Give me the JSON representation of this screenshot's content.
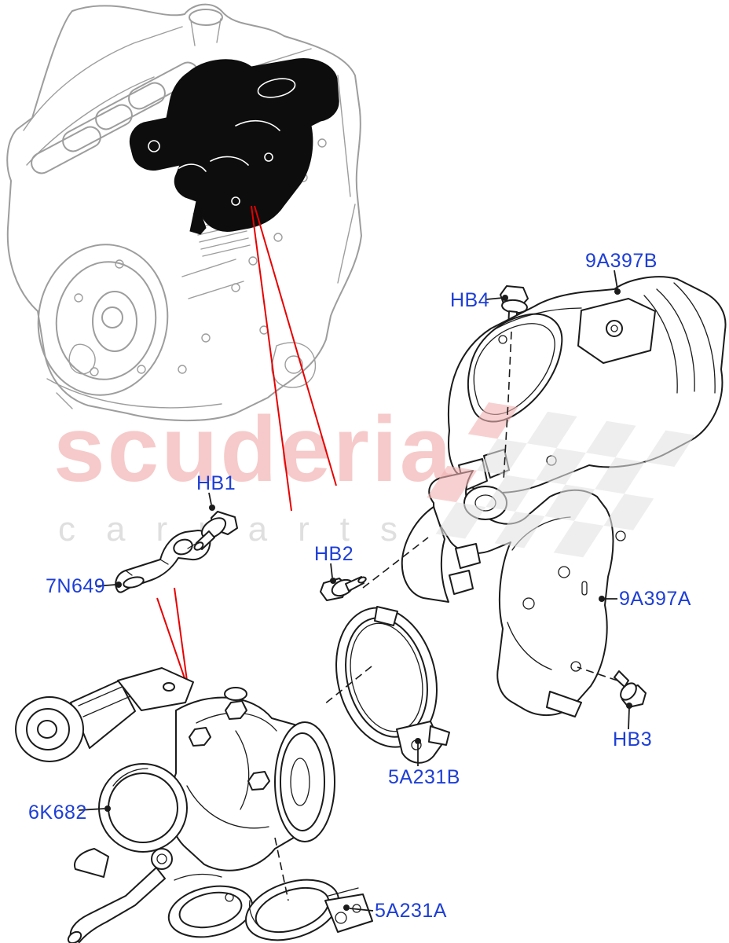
{
  "diagram": {
    "type": "exploded-parts-diagram",
    "subject": "Turbocharger and heat shields on engine",
    "watermark": {
      "brand": "scuderia",
      "subbrand": "carparts"
    },
    "labels": {
      "shield_upper": "9A397B",
      "bolt_hb4": "HB4",
      "bolt_hb1": "HB1",
      "bracket": "7N649",
      "bolt_hb2": "HB2",
      "shield_lower": "9A397A",
      "bolt_hb3": "HB3",
      "clamp_upper": "5A231B",
      "turbocharger": "6K682",
      "clamp_lower": "5A231A"
    },
    "colors": {
      "label_blue": "#1d3ed6",
      "callout_red": "#e80000",
      "watermark_pink": "#f5bdbd",
      "watermark_gray": "#dcdcdc",
      "engine_gray": "#9d9d9d",
      "line_black": "#1b1b1b"
    }
  }
}
